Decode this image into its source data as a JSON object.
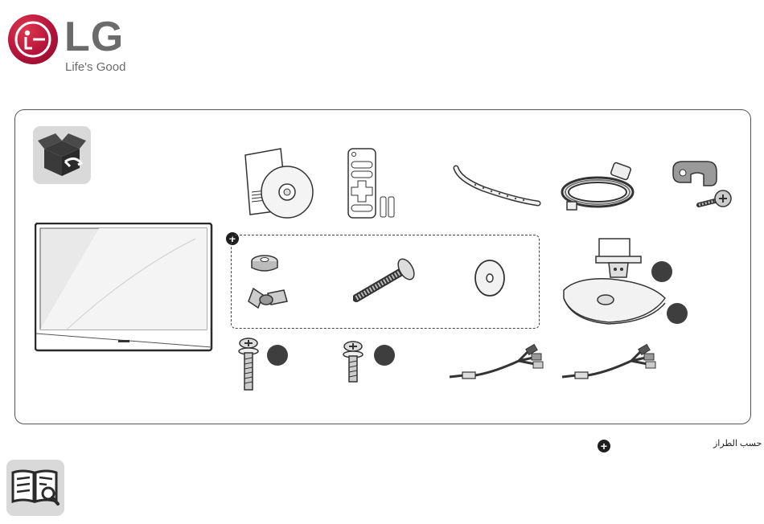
{
  "brand": {
    "name": "LG",
    "tagline": "Life's Good",
    "color": "#a50034"
  },
  "accessories": {
    "section_icon": "box-open-icon",
    "items": [
      {
        "name": "owners-manual-and-cd",
        "icon": "manual-cd-icon"
      },
      {
        "name": "remote-control-and-batteries",
        "icon": "remote-icon"
      },
      {
        "name": "cable-holder-strip",
        "icon": "cable-strip-icon"
      },
      {
        "name": "power-cord",
        "icon": "power-cord-icon"
      },
      {
        "name": "cable-holder-clip-and-screw",
        "icon": "clip-screw-icon"
      },
      {
        "name": "wall-mount-parts",
        "icon": "wing-nut-icon"
      },
      {
        "name": "long-bolt",
        "icon": "bolt-icon"
      },
      {
        "name": "washer",
        "icon": "washer-icon"
      },
      {
        "name": "stand-body",
        "icon": "stand-body-icon"
      },
      {
        "name": "stand-base",
        "icon": "stand-base-icon"
      },
      {
        "name": "screw-long",
        "icon": "screw-icon"
      },
      {
        "name": "screw-short",
        "icon": "screw-icon"
      },
      {
        "name": "av-cable-1",
        "icon": "av-cable-icon"
      },
      {
        "name": "av-cable-2",
        "icon": "av-cable-icon"
      }
    ]
  },
  "footnote": {
    "text": "حسب الطراز",
    "icon": "plus-circle-icon"
  },
  "manual_icon": "book-search-icon"
}
